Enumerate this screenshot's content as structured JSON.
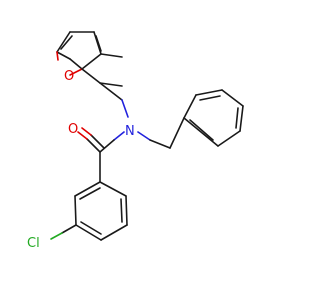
{
  "molecule": {
    "atoms": {
      "furan_oxygen": {
        "symbol": "O",
        "color": "#e00000"
      },
      "amide_nitrogen": {
        "symbol": "N",
        "color": "#2222dd"
      },
      "carbonyl_oxygen": {
        "symbol": "O",
        "color": "#e00000"
      },
      "chlorine": {
        "symbol": "Cl",
        "color": "#22aa22"
      }
    }
  }
}
